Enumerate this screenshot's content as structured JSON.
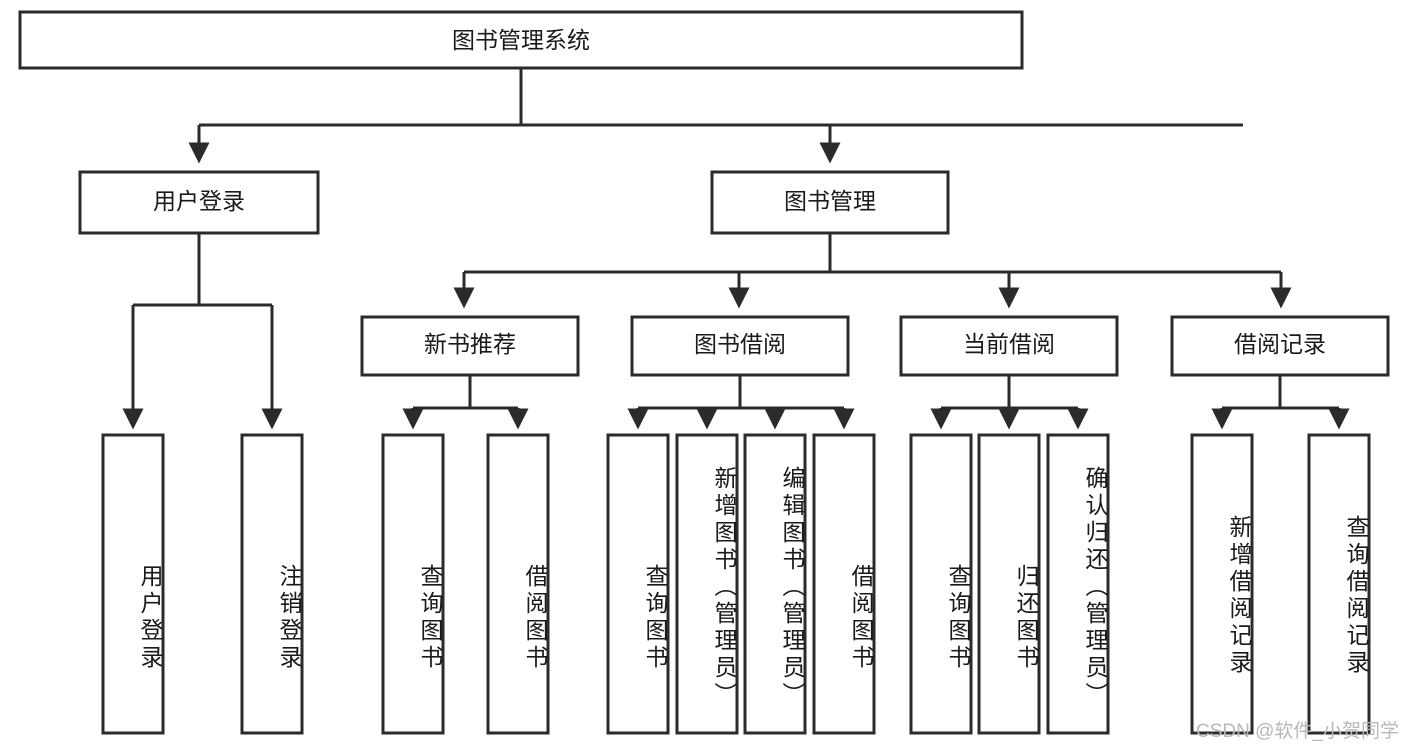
{
  "diagram": {
    "title_node": {
      "id": "root",
      "label": "图书管理系统"
    },
    "level2": [
      {
        "id": "user-login",
        "label": "用户登录"
      },
      {
        "id": "book-manage",
        "label": "图书管理"
      }
    ],
    "level3": [
      {
        "id": "new-book-recommend",
        "label": "新书推荐"
      },
      {
        "id": "book-borrow",
        "label": "图书借阅"
      },
      {
        "id": "current-borrow",
        "label": "当前借阅"
      },
      {
        "id": "borrow-record",
        "label": "借阅记录"
      }
    ],
    "leaves": [
      {
        "id": "leaf-user-login",
        "parent": "user-login",
        "label": "用户登录"
      },
      {
        "id": "leaf-user-logout",
        "parent": "user-login",
        "label": "注销登录"
      },
      {
        "id": "leaf-query-book-1",
        "parent": "new-book-recommend",
        "label": "查询图书"
      },
      {
        "id": "leaf-borrow-book-1",
        "parent": "new-book-recommend",
        "label": "借阅图书"
      },
      {
        "id": "leaf-query-book-2",
        "parent": "book-borrow",
        "label": "查询图书"
      },
      {
        "id": "leaf-add-book",
        "parent": "book-borrow",
        "label": "新增图书（管理员）"
      },
      {
        "id": "leaf-edit-book",
        "parent": "book-borrow",
        "label": "编辑图书（管理员）"
      },
      {
        "id": "leaf-borrow-book-2",
        "parent": "book-borrow",
        "label": "借阅图书"
      },
      {
        "id": "leaf-query-book-3",
        "parent": "current-borrow",
        "label": "查询图书"
      },
      {
        "id": "leaf-return-book",
        "parent": "current-borrow",
        "label": "归还图书"
      },
      {
        "id": "leaf-confirm-return",
        "parent": "current-borrow",
        "label": "确认归还（管理员）"
      },
      {
        "id": "leaf-add-record",
        "parent": "borrow-record",
        "label": "新增借阅记录"
      },
      {
        "id": "leaf-query-record",
        "parent": "borrow-record",
        "label": "查询借阅记录"
      }
    ],
    "colors": {
      "stroke": "#2b2b2b",
      "fill": "#ffffff",
      "text": "#1a1a1a",
      "watermark": "#b8b8b8"
    }
  },
  "watermark": {
    "text": "CSDN @软件_小贺同学"
  }
}
